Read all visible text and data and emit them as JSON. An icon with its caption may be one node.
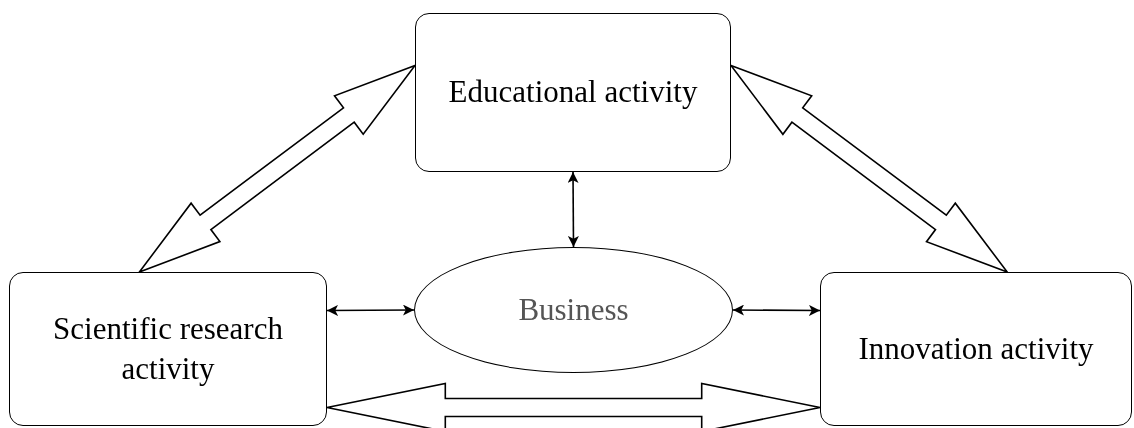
{
  "diagram": {
    "nodes": [
      {
        "text": [
          "Educational activity"
        ]
      },
      {
        "text": [
          "Scientific research activity"
        ]
      },
      {
        "text": [
          "Business"
        ]
      },
      {
        "text": [
          "Innovation activity"
        ]
      }
    ],
    "edges": [
      {
        "from": 1,
        "to": 0,
        "arrow": "both",
        "style": "thick"
      },
      {
        "from": 0,
        "to": 3,
        "arrow": "both",
        "style": "thick"
      },
      {
        "from": 0,
        "to": 2,
        "arrow": "both"
      },
      {
        "from": 1,
        "to": 2,
        "arrow": "both"
      },
      {
        "from": 2,
        "to": 3,
        "arrow": "both"
      },
      {
        "from": 1,
        "to": 3,
        "arrow": "both",
        "style": "thick"
      }
    ]
  }
}
